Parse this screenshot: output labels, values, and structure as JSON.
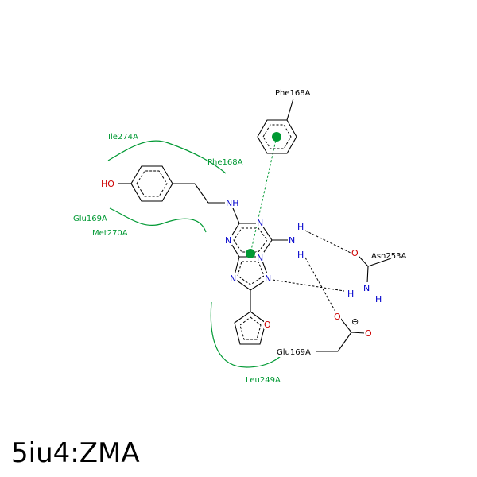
{
  "title": "5iu4:ZMA",
  "colors": {
    "hydrophobic_arc": "#009933",
    "pi_stacking": "#009933",
    "hbond": "#000000",
    "nitrogen": "#0000cc",
    "oxygen": "#cc0000",
    "carbon_bond": "#000000"
  },
  "atoms": {
    "ho": "HO",
    "nh_linker": "NH",
    "n1": "N",
    "n2": "N",
    "n3": "N",
    "n4": "N",
    "n5": "N",
    "nh2_n": "N",
    "nh2_h1": "H",
    "nh2_h2": "H",
    "furan_o": "O",
    "asn_o": "O",
    "asn_n": "N",
    "asn_h1": "H",
    "asn_h2": "H",
    "glu_o1": "O",
    "glu_o2": "O",
    "charge": "⊖"
  },
  "residues": {
    "phe168_top": "Phe168A",
    "ile274": "Ile274A",
    "phe168_side": "Phe168A",
    "glu169_arc": "Glu169A",
    "met270": "Met270A",
    "asn253": "Asn253A",
    "glu169_chain": "Glu169A",
    "leu249": "Leu249A"
  }
}
